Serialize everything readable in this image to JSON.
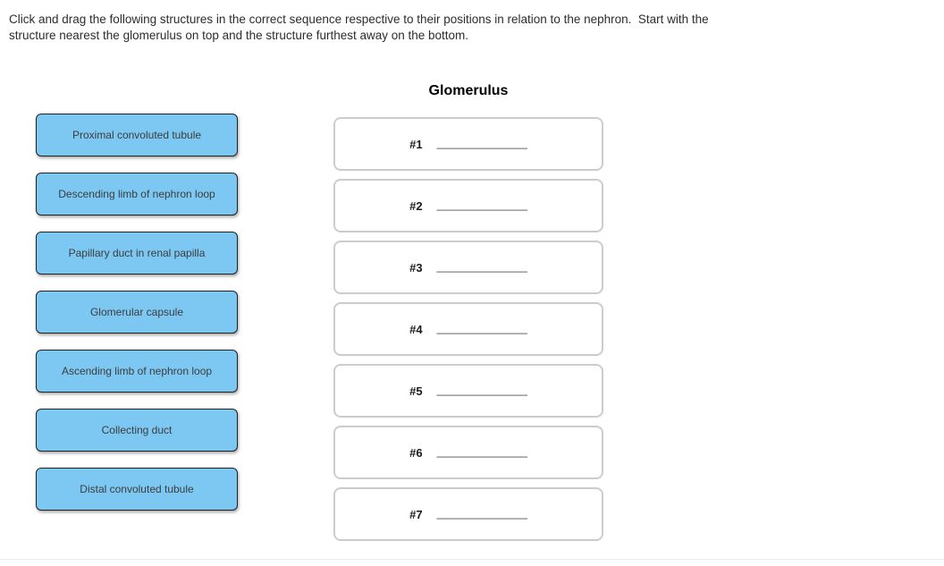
{
  "instructions": {
    "line1": "Click and drag the following structures in the correct sequence respective to their positions in relation to the nephron.  Start with the",
    "line2": "structure nearest the glomerulus on top and the structure furthest away on the bottom."
  },
  "column_title": "Glomerulus",
  "draggables": [
    "Proximal convoluted tubule",
    "Descending limb of nephron loop",
    "Papillary duct in renal papilla",
    "Glomerular capsule",
    "Ascending limb of nephron loop",
    "Collecting duct",
    "Distal convoluted tubule"
  ],
  "drop_zones": [
    {
      "label": "#1",
      "blank": "______________"
    },
    {
      "label": "#2",
      "blank": "______________"
    },
    {
      "label": "#3",
      "blank": "______________"
    },
    {
      "label": "#4",
      "blank": "______________"
    },
    {
      "label": "#5",
      "blank": "______________"
    },
    {
      "label": "#6",
      "blank": "______________"
    },
    {
      "label": "#7",
      "blank": "______________"
    }
  ],
  "colors": {
    "draggable_fill": "#7dc8f2",
    "draggable_border": "#222222",
    "zone_border": "#cccccc"
  }
}
